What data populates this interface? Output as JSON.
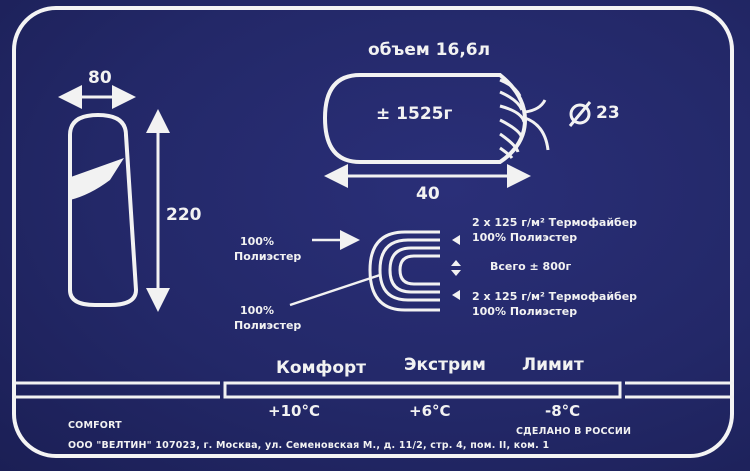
{
  "bag": {
    "width": "80",
    "length": "220"
  },
  "packed": {
    "volume": "объем 16,6л",
    "weight": "± 1525г",
    "diameter": "23",
    "length": "40"
  },
  "layers": {
    "outer_top": "100%\nПолиэстер",
    "outer_top_l1": "100%",
    "outer_top_l2": "Полиэстер",
    "outer_bottom_l1": "100%",
    "outer_bottom_l2": "Полиэстер",
    "fill_top_l1": "2 x 125 г/м² Термофайбер",
    "fill_top_l2": "100% Полиэстер",
    "total": "Всего ± 800г",
    "fill_bottom_l1": "2 x 125 г/м² Термофайбер",
    "fill_bottom_l2": "100% Полиэстер"
  },
  "temperatures": {
    "comfort_label": "Комфорт",
    "extreme_label": "Экстрим",
    "limit_label": "Лимит",
    "comfort_value": "+10°C",
    "extreme_value": "+6°C",
    "limit_value": "-8°C"
  },
  "footer": {
    "model": "COMFORT",
    "made_in": "СДЕЛАНО В РОССИИ",
    "address": "ООО \"ВЕЛТИН\" 107023, г. Москва, ул. Семеновская М., д. 11/2, стр. 4, пом. II, ком. 1"
  },
  "colors": {
    "background": "#232868",
    "ink": "#f2f2f2"
  }
}
